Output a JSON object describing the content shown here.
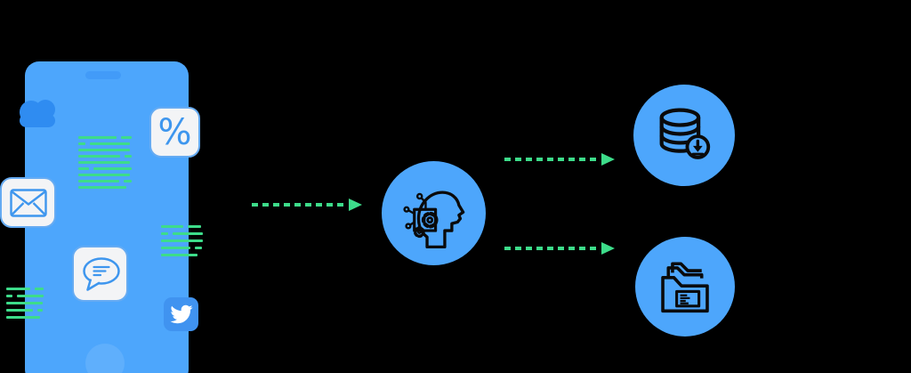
{
  "colors": {
    "bg": "#000000",
    "phone_blue": "#4DA6FC",
    "cloud_blue": "#2F8CF1",
    "notch_blue": "#429BF8",
    "green": "#3DDC8A",
    "tile_bg": "#F3F4F6",
    "tile_border": "#66ABF2",
    "tile_icon": "#3E96EE",
    "twitter_blue": "#4093F0",
    "ink": "#0A0A0A"
  },
  "phone": {
    "percent_symbol": "%",
    "icons": [
      "cloud-icon",
      "percent-icon",
      "email-envelope-icon",
      "chat-bubble-icon",
      "twitter-bird-icon"
    ]
  },
  "flow": {
    "source_icon": "smartphone-with-app-data",
    "processor_icon": "ai-head-with-gears",
    "output_icons": [
      "database-download-icon",
      "folder-files-icon"
    ],
    "arrow_style": "green-dashed-right"
  }
}
